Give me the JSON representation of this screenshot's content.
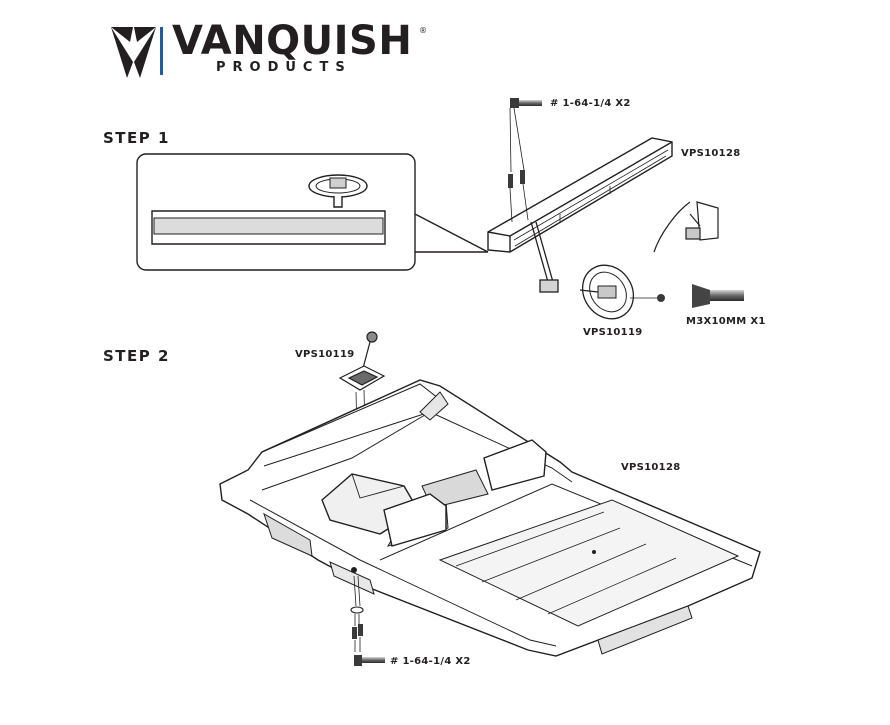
{
  "brand": {
    "name": "VANQUISH",
    "registered": "®",
    "subtitle": "PRODUCTS",
    "accent_color": "#1f5aa6"
  },
  "steps": [
    {
      "label": "STEP 1"
    },
    {
      "label": "STEP 2"
    }
  ],
  "callouts": {
    "screw_top": "# 1-64-1/4 X2",
    "dash_part": "VPS10128",
    "wheel_part": "VPS10119",
    "m3_screw": "M3X10MM X1",
    "shifter_part": "VPS10119",
    "body_part": "VPS10128",
    "screw_bottom": "# 1-64-1/4 X2"
  },
  "icons": [
    "vanquish-logo-icon",
    "screw-icon",
    "steering-wheel-icon",
    "dash-panel-icon",
    "shifter-icon",
    "interior-tub-icon"
  ]
}
